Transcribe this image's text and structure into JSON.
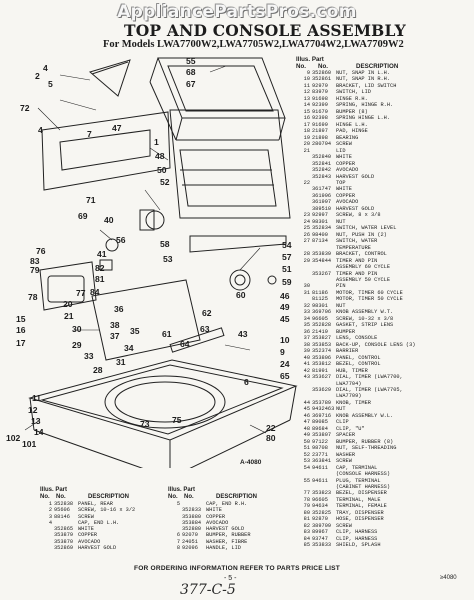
{
  "watermark": "AppliancePartsPros.com",
  "title": "TOP AND CONSOLE ASSEMBLY",
  "models": "For Models LWA7700W2,LWA7705W2,LWA7704W2,LWA7709W2",
  "callouts": [
    {
      "n": "2"
    },
    {
      "n": "4"
    },
    {
      "n": "5"
    },
    {
      "n": "72"
    },
    {
      "n": "4"
    },
    {
      "n": "55"
    },
    {
      "n": "68"
    },
    {
      "n": "67"
    },
    {
      "n": "7"
    },
    {
      "n": "47"
    },
    {
      "n": "1"
    },
    {
      "n": "48"
    },
    {
      "n": "50"
    },
    {
      "n": "52"
    },
    {
      "n": "71"
    },
    {
      "n": "69"
    },
    {
      "n": "40"
    },
    {
      "n": "56"
    },
    {
      "n": "41"
    },
    {
      "n": "58"
    },
    {
      "n": "53"
    },
    {
      "n": "76"
    },
    {
      "n": "83"
    },
    {
      "n": "79"
    },
    {
      "n": "78"
    },
    {
      "n": "82"
    },
    {
      "n": "81"
    },
    {
      "n": "84"
    },
    {
      "n": "77"
    },
    {
      "n": "20"
    },
    {
      "n": "21"
    },
    {
      "n": "15"
    },
    {
      "n": "16"
    },
    {
      "n": "17"
    },
    {
      "n": "30"
    },
    {
      "n": "29"
    },
    {
      "n": "54"
    },
    {
      "n": "57"
    },
    {
      "n": "51"
    },
    {
      "n": "59"
    },
    {
      "n": "46"
    },
    {
      "n": "49"
    },
    {
      "n": "45"
    },
    {
      "n": "60"
    },
    {
      "n": "43"
    },
    {
      "n": "62"
    },
    {
      "n": "63"
    },
    {
      "n": "64"
    },
    {
      "n": "61"
    },
    {
      "n": "36"
    },
    {
      "n": "38"
    },
    {
      "n": "37"
    },
    {
      "n": "35"
    },
    {
      "n": "34"
    },
    {
      "n": "31"
    },
    {
      "n": "33"
    },
    {
      "n": "28"
    },
    {
      "n": "10"
    },
    {
      "n": "9"
    },
    {
      "n": "24"
    },
    {
      "n": "65"
    },
    {
      "n": "6"
    },
    {
      "n": "11"
    },
    {
      "n": "12"
    },
    {
      "n": "13"
    },
    {
      "n": "14"
    },
    {
      "n": "101"
    },
    {
      "n": "102"
    },
    {
      "n": "22"
    },
    {
      "n": "80"
    },
    {
      "n": "73"
    },
    {
      "n": "75"
    }
  ],
  "parts_list": {
    "hdr_illus": "Illus. Part",
    "hdr_no": "No.",
    "hdr_no2": "No.",
    "hdr_desc": "DESCRIPTION",
    "rows": [
      {
        "ill": "9",
        "no": "352860",
        "desc": "NUT, SNAP IN L.H."
      },
      {
        "ill": "10",
        "no": "352861",
        "desc": "NUT, SNAP IN R.H."
      },
      {
        "ill": "11",
        "no": "92979",
        "desc": "BRACKET, LID SWITCH"
      },
      {
        "ill": "12",
        "no": "83979",
        "desc": "SWITCH, LID"
      },
      {
        "ill": "13",
        "no": "91698",
        "desc": "HINGE R.H."
      },
      {
        "ill": "14",
        "no": "92399",
        "desc": "SPRING, HINGE R.H."
      },
      {
        "ill": "15",
        "no": "91679",
        "desc": "BUMPER (8)"
      },
      {
        "ill": "16",
        "no": "92398",
        "desc": "SPRING HINGE L.H."
      },
      {
        "ill": "17",
        "no": "91699",
        "desc": "HINGE L.H."
      },
      {
        "ill": "18",
        "no": "21897",
        "desc": "PAD, HINGE"
      },
      {
        "ill": "19",
        "no": "21898",
        "desc": "BEARING"
      },
      {
        "ill": "20",
        "no": "280794",
        "desc": "SCREW"
      },
      {
        "ill": "21",
        "no": "",
        "desc": "LID"
      },
      {
        "ill": "",
        "no": "352840",
        "desc": "WHITE"
      },
      {
        "ill": "",
        "no": "352841",
        "desc": "COPPER"
      },
      {
        "ill": "",
        "no": "352842",
        "desc": "AVOCADO"
      },
      {
        "ill": "",
        "no": "352843",
        "desc": "HARVEST GOLD"
      },
      {
        "ill": "22",
        "no": "",
        "desc": "TOP"
      },
      {
        "ill": "",
        "no": "361747",
        "desc": "WHITE"
      },
      {
        "ill": "",
        "no": "361996",
        "desc": "COPPER"
      },
      {
        "ill": "",
        "no": "361997",
        "desc": "AVOCADO"
      },
      {
        "ill": "",
        "no": "389510",
        "desc": "HARVEST GOLD"
      },
      {
        "ill": "23",
        "no": "92997",
        "desc": "SCREW, 8 x 3/8"
      },
      {
        "ill": "24",
        "no": "98301",
        "desc": "NUT"
      },
      {
        "ill": "25",
        "no": "352834",
        "desc": "SWITCH, WATER LEVEL"
      },
      {
        "ill": "26",
        "no": "98400",
        "desc": "NUT, PUSH IN (2)"
      },
      {
        "ill": "27",
        "no": "87134",
        "desc": "SWITCH, WATER"
      },
      {
        "ill": "",
        "no": "",
        "desc": "TEMPERATURE"
      },
      {
        "ill": "28",
        "no": "353839",
        "desc": "BRACKET, CONTROL"
      },
      {
        "ill": "29",
        "no": "354844",
        "desc": "TIMER AND PIN"
      },
      {
        "ill": "",
        "no": "",
        "desc": "ASSEMBLY 60 CYCLE"
      },
      {
        "ill": "",
        "no": "353267",
        "desc": "TIMER AND PIN"
      },
      {
        "ill": "",
        "no": "",
        "desc": "ASSEMBLY 50 CYCLE"
      },
      {
        "ill": "30",
        "no": "",
        "desc": "PIN"
      },
      {
        "ill": "31",
        "no": "81186",
        "desc": "MOTOR, TIMER 60 CYCLE"
      },
      {
        "ill": "",
        "no": "81125",
        "desc": "MOTOR, TIMER 50 CYCLE"
      },
      {
        "ill": "32",
        "no": "98301",
        "desc": "NUT"
      },
      {
        "ill": "33",
        "no": "369706",
        "desc": "KNOB ASSEMBLY W.T."
      },
      {
        "ill": "34",
        "no": "96605",
        "desc": "SCREW, 10-32 x 3/8"
      },
      {
        "ill": "35",
        "no": "352828",
        "desc": "GASKET, STRIP LENS"
      },
      {
        "ill": "36",
        "no": "21419",
        "desc": "BUMPER"
      },
      {
        "ill": "37",
        "no": "353827",
        "desc": "LENS, CONSOLE"
      },
      {
        "ill": "38",
        "no": "353853",
        "desc": "BACK-UP, CONSOLE LENS (3)"
      },
      {
        "ill": "39",
        "no": "352374",
        "desc": "BARRIER"
      },
      {
        "ill": "40",
        "no": "353806",
        "desc": "PANEL, CONTROL"
      },
      {
        "ill": "41",
        "no": "353812",
        "desc": "BEZEL, CONTROL"
      },
      {
        "ill": "42",
        "no": "81991",
        "desc": "HUB, TIMER"
      },
      {
        "ill": "43",
        "no": "353627",
        "desc": "DIAL, TIMER (LWA7700,"
      },
      {
        "ill": "",
        "no": "",
        "desc": "LWA7704)"
      },
      {
        "ill": "",
        "no": "353629",
        "desc": "DIAL, TIMER (LWA7705,"
      },
      {
        "ill": "",
        "no": "",
        "desc": "LWA7709)"
      },
      {
        "ill": "44",
        "no": "353789",
        "desc": "KNOB, TIMER"
      },
      {
        "ill": "45",
        "no": "9432463",
        "desc": "NUT"
      },
      {
        "ill": "46",
        "no": "369716",
        "desc": "KNOB ASSEMBLY W.L."
      },
      {
        "ill": "47",
        "no": "89085",
        "desc": "CLIP"
      },
      {
        "ill": "48",
        "no": "89684",
        "desc": "CLIP, \"U\""
      },
      {
        "ill": "49",
        "no": "353807",
        "desc": "SPACER"
      },
      {
        "ill": "50",
        "no": "97122",
        "desc": "BUMPER, RUBBER (8)"
      },
      {
        "ill": "51",
        "no": "98708",
        "desc": "NUT, SELF-THREADING"
      },
      {
        "ill": "52",
        "no": "23771",
        "desc": "WASHER"
      },
      {
        "ill": "53",
        "no": "363841",
        "desc": "SCREW"
      },
      {
        "ill": "54",
        "no": "94611",
        "desc": "CAP, TERMINAL"
      },
      {
        "ill": "",
        "no": "",
        "desc": "(CONSOLE HARNESS)"
      },
      {
        "ill": "55",
        "no": "94611",
        "desc": "PLUG, TERMINAL"
      },
      {
        "ill": "",
        "no": "",
        "desc": "(CABINET HARNESS)"
      },
      {
        "ill": "77",
        "no": "353823",
        "desc": "BEZEL, DISPENSER"
      },
      {
        "ill": "78",
        "no": "96605",
        "desc": "TERMINAL, MALE"
      },
      {
        "ill": "79",
        "no": "94634",
        "desc": "TERMINAL, FEMALE"
      },
      {
        "ill": "80",
        "no": "352825",
        "desc": "TRAY, DISPENSER"
      },
      {
        "ill": "81",
        "no": "92870",
        "desc": "HOSE, DISPENSER"
      },
      {
        "ill": "82",
        "no": "389709",
        "desc": "SCREW"
      },
      {
        "ill": "83",
        "no": "89967",
        "desc": "CLIP, HARNESS"
      },
      {
        "ill": "84",
        "no": "93747",
        "desc": "CLIP, HARNESS"
      },
      {
        "ill": "85",
        "no": "353833",
        "desc": "SHIELD, SPLASH"
      }
    ]
  },
  "bottom_left": {
    "hdr_illus": "Illus. Part",
    "hdr_no": "No.",
    "hdr_no2": "No.",
    "hdr_desc": "DESCRIPTION",
    "rows": [
      {
        "ill": "1",
        "no": "352838",
        "desc": "PANEL, REAR"
      },
      {
        "ill": "2",
        "no": "95606",
        "desc": "SCREW, 10-16 x 3/2"
      },
      {
        "ill": "3",
        "no": "88146",
        "desc": "SCREW"
      },
      {
        "ill": "4",
        "no": "",
        "desc": "CAP, END L.H."
      },
      {
        "ill": "",
        "no": "352865",
        "desc": "WHITE"
      },
      {
        "ill": "",
        "no": "353879",
        "desc": "COPPER"
      },
      {
        "ill": "",
        "no": "353870",
        "desc": "AVOCADO"
      },
      {
        "ill": "",
        "no": "352869",
        "desc": "HARVEST GOLD"
      }
    ]
  },
  "bottom_mid": {
    "hdr_illus": "Illus. Part",
    "hdr_no": "No.",
    "hdr_no2": "No.",
    "hdr_desc": "DESCRIPTION",
    "rows": [
      {
        "ill": "5",
        "no": "",
        "desc": "CAP, END R.H."
      },
      {
        "ill": "",
        "no": "352833",
        "desc": "WHITE"
      },
      {
        "ill": "",
        "no": "353880",
        "desc": "COPPER"
      },
      {
        "ill": "",
        "no": "353884",
        "desc": "AVOCADO"
      },
      {
        "ill": "",
        "no": "352880",
        "desc": "HARVEST GOLD"
      },
      {
        "ill": "6",
        "no": "92070",
        "desc": "BUMPER, RUBBER"
      },
      {
        "ill": "7",
        "no": "24051",
        "desc": "WASHER, FIBRE"
      },
      {
        "ill": "8",
        "no": "92096",
        "desc": "HANDLE, LID"
      }
    ]
  },
  "diagram_label": "A-4080",
  "footer": "FOR ORDERING INFORMATION REFER TO PARTS PRICE LIST",
  "page_number": "- 5 -",
  "doc_number": "≥4080",
  "handwritten": "377-C-5"
}
